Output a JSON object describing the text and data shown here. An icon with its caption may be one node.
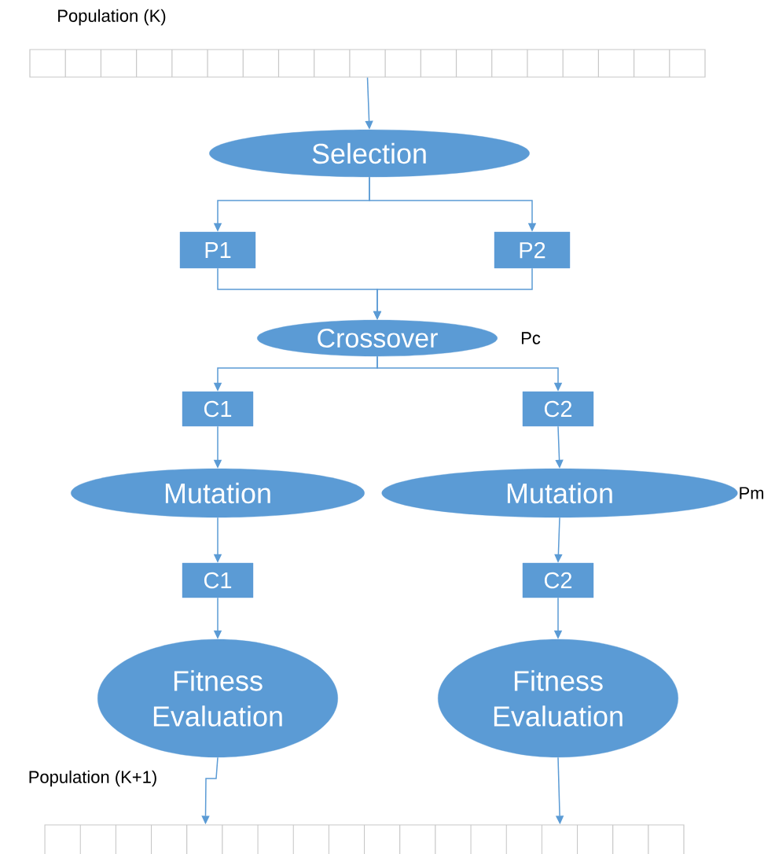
{
  "diagram": {
    "nodes": [
      {
        "text": [
          "Population (K)"
        ]
      },
      {
        "text": [
          "Selection"
        ]
      },
      {
        "text": [
          "P1"
        ]
      },
      {
        "text": [
          "P2"
        ]
      },
      {
        "text": [
          "Crossover"
        ],
        "beside": [
          "Pc"
        ]
      },
      {
        "text": [
          "C1"
        ]
      },
      {
        "text": [
          "C2"
        ]
      },
      {
        "text": [
          "Mutation"
        ]
      },
      {
        "text": [
          "Mutation"
        ],
        "beside": [
          "Pm"
        ]
      },
      {
        "text": [
          "C1"
        ]
      },
      {
        "text": [
          "C2"
        ]
      },
      {
        "text": [
          "Fitness Evaluation"
        ]
      },
      {
        "text": [
          "Fitness Evaluation"
        ]
      },
      {
        "text": [
          "Population (K+1)"
        ]
      }
    ],
    "edges": [
      {
        "from": 0,
        "to": 1,
        "arrow": "to"
      },
      {
        "from": 1,
        "to": 2,
        "arrow": "to"
      },
      {
        "from": 1,
        "to": 3,
        "arrow": "to"
      },
      {
        "from": 2,
        "to": 4,
        "arrow": "to"
      },
      {
        "from": 3,
        "to": 4,
        "arrow": "to"
      },
      {
        "from": 4,
        "to": 5,
        "arrow": "to"
      },
      {
        "from": 4,
        "to": 6,
        "arrow": "to"
      },
      {
        "from": 5,
        "to": 7,
        "arrow": "to"
      },
      {
        "from": 6,
        "to": 8,
        "arrow": "to"
      },
      {
        "from": 7,
        "to": 9,
        "arrow": "to"
      },
      {
        "from": 8,
        "to": 10,
        "arrow": "to"
      },
      {
        "from": 9,
        "to": 11,
        "arrow": "to"
      },
      {
        "from": 10,
        "to": 12,
        "arrow": "to"
      },
      {
        "from": 11,
        "to": 13,
        "arrow": "to"
      },
      {
        "from": 12,
        "to": 13,
        "arrow": "to"
      }
    ]
  }
}
